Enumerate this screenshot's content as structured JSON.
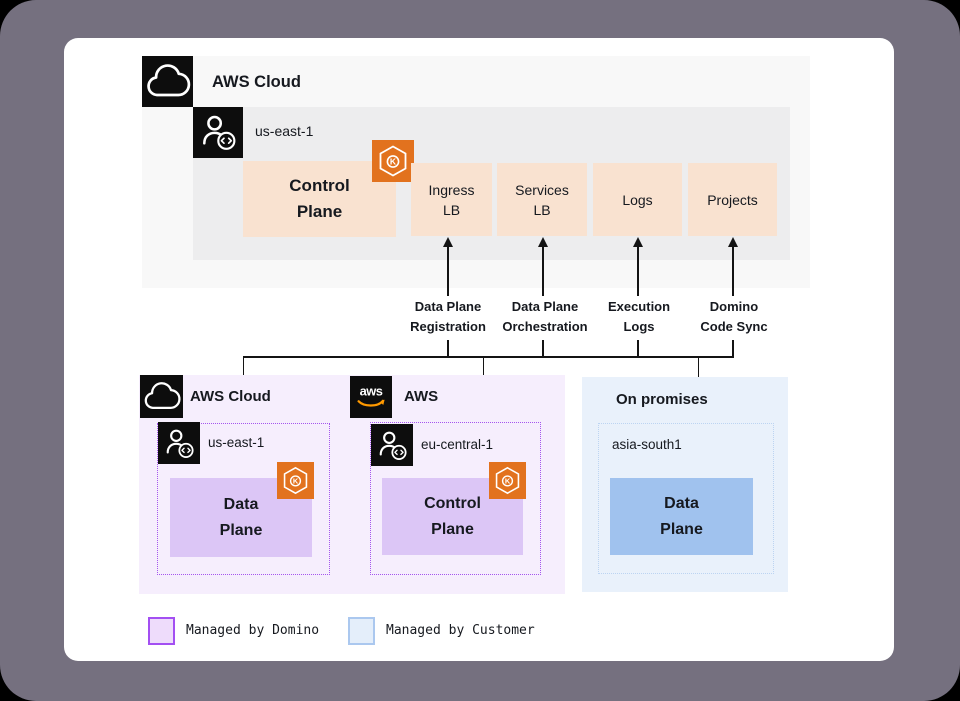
{
  "top_section": {
    "title": "AWS Cloud",
    "region": {
      "label": "us-east-1",
      "control_plane": "Control Plane",
      "services": [
        {
          "label": "Ingress LB"
        },
        {
          "label": "Services LB"
        },
        {
          "label": "Logs"
        },
        {
          "label": "Projects"
        }
      ]
    }
  },
  "flows": [
    {
      "label": "Data Plane Registration"
    },
    {
      "label": "Data Plane Orchestration"
    },
    {
      "label": "Execution Logs"
    },
    {
      "label": "Domino Code Sync"
    }
  ],
  "bottom_sections": [
    {
      "title": "AWS Cloud",
      "region_label": "us-east-1",
      "plane": "Data Plane"
    },
    {
      "title": "AWS",
      "region_label": "eu-central-1",
      "plane": "Control Plane"
    },
    {
      "title": "On promises",
      "region_label": "asia-south1",
      "plane": "Data Plane"
    }
  ],
  "legend": [
    {
      "label": "Managed by Domino"
    },
    {
      "label": "Managed by Customer"
    }
  ],
  "icons": {
    "cloud": "aws-cloud-icon",
    "region": "region-developer-icon",
    "eks": "eks-kubernetes-icon",
    "aws_logo": "aws-logo-icon",
    "aws_logo_text": "aws",
    "eks_letter": "K"
  },
  "colors": {
    "frame_bg": "#75707f",
    "top_outer_bg": "#f8f8f8",
    "top_inner_bg": "#ededee",
    "peach_box": "#f9e2d0",
    "purple_section_bg": "#f6eefd",
    "purple_plane_box": "#dcc6f6",
    "blue_section_bg": "#e9f1fb",
    "blue_plane_box": "#a0c2ee",
    "eks_orange": "#e2721e",
    "dotted_purple": "#a556ee",
    "dotted_blue": "#bcd4f2",
    "legend_domino_fill": "#eedcfb",
    "legend_domino_border": "#a34ff2",
    "legend_customer_fill": "#e4eefa",
    "legend_customer_border": "#abc8ef"
  }
}
